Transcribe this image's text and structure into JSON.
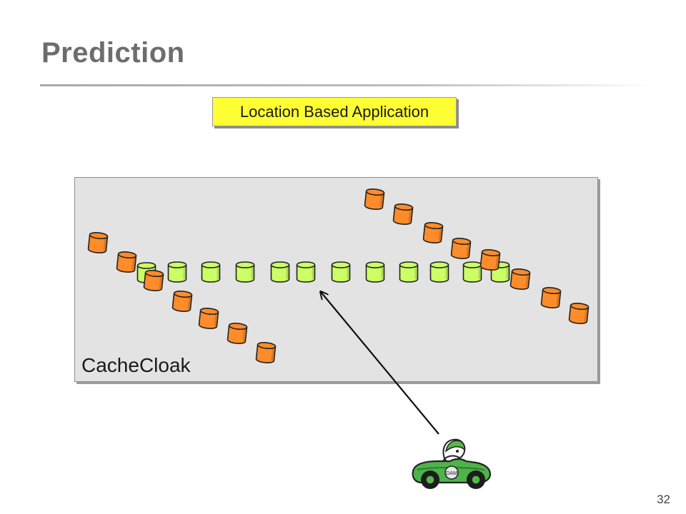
{
  "slide": {
    "title": "Prediction",
    "page_number": "32"
  },
  "app_box": {
    "label": "Location Based Application",
    "color": "#ffff33"
  },
  "panel": {
    "label": "CacheCloak"
  },
  "colors": {
    "predicted_node": "#ff8c2a",
    "actual_node": "#ccff66",
    "panel_bg": "#e3e3e3"
  },
  "icons": {
    "user": "car-driver-icon",
    "predicted": "cylinder-orange-icon",
    "actual": "cylinder-green-icon"
  },
  "car_plate": "DAM"
}
